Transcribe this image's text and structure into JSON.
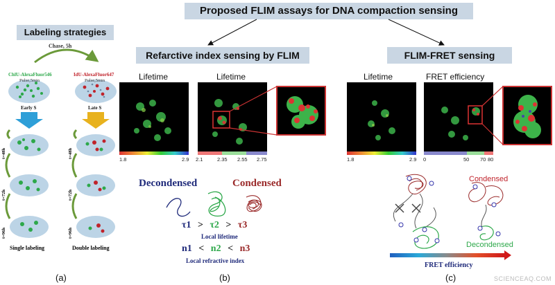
{
  "title": "Proposed FLIM assays for DNA compaction sensing",
  "panel_a": {
    "header": "Labeling strategies",
    "chase": "Chase, 5h",
    "left_dye": "ChlU-AlexaFluor546",
    "left_pulse": "Pulse,5min",
    "right_dye": "IdU-AlexaFluor647",
    "right_pulse": "Pulse,5min",
    "left_phase": "Early S",
    "right_phase": "Late S",
    "times": [
      "t=48h",
      "t=72h",
      "t=96h"
    ],
    "left_caption": "Single labeling",
    "right_caption": "Double labeling",
    "letter": "(a)"
  },
  "panel_b": {
    "header": "Refarctive index sensing by FLIM",
    "label1": "Lifetime",
    "label2": "Lifetime",
    "scale1": [
      "1.8",
      "2.9"
    ],
    "scale2": [
      "2.1",
      "2.35",
      "2.55",
      "2.75"
    ],
    "decondensed": "Decondensed",
    "condensed": "Condensed",
    "tau": [
      "τ1",
      ">",
      "τ2",
      ">",
      "τ3"
    ],
    "local_lifetime": "Local lifetime",
    "n": [
      "n1",
      "<",
      "n2",
      "<",
      "n3"
    ],
    "local_ri": "Local refractive index",
    "letter": "(b)"
  },
  "panel_c": {
    "header": "FLIM-FRET sensing",
    "label1": "Lifetime",
    "label2": "FRET efficiency",
    "scale1": [
      "1.8",
      "2.9"
    ],
    "scale2": [
      "0",
      "50",
      "70",
      "80"
    ],
    "condensed": "Condensed",
    "decondensed": "Decondensed",
    "fret": "FRET efficiency",
    "letter": "(c)"
  },
  "watermark": "SCIENCEAQ.COM",
  "colors": {
    "header_bg": "#c9d6e3",
    "green": "#2da84a",
    "red": "#c0232b",
    "navy": "#1f2a7a"
  }
}
